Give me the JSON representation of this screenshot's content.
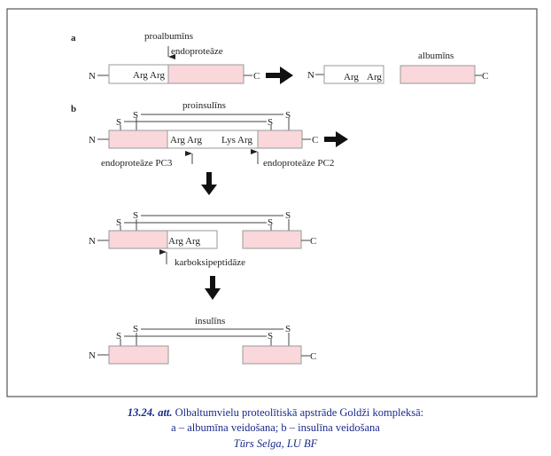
{
  "panel_a": {
    "label": "a",
    "title": "proalbumīns",
    "enzyme": "endoproteāze",
    "arg": "Arg Arg",
    "arg_split": [
      "Arg",
      "Arg"
    ],
    "product": "albumīns",
    "n": "N",
    "c": "C"
  },
  "panel_b": {
    "label": "b",
    "title": "proinsulīns",
    "s": "S",
    "arg": "Arg Arg",
    "lys": "Lys Arg",
    "enzyme_pc3": "endoproteāze PC3",
    "enzyme_pc2": "endoproteāze PC2",
    "enzyme_cp": "karboksipeptidāze",
    "product": "insulīns",
    "n": "N",
    "c": "C"
  },
  "caption": {
    "number": "13.24.",
    "att": "att.",
    "line1": "Olbaltumvielu proteolītiskā apstrāde Goldži kompleksā:",
    "line2": "a – albumīna veidošana; b – insulīna veidošana",
    "author": "Tūrs Selga, LU BF"
  }
}
